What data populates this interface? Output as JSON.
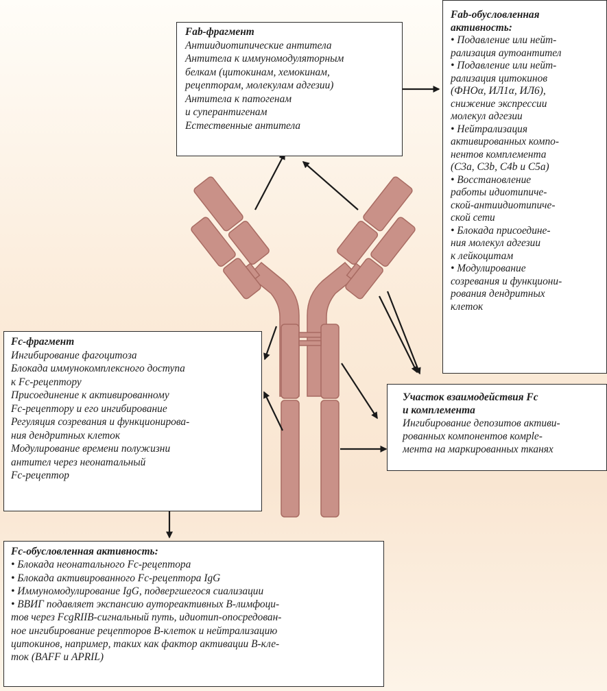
{
  "colors": {
    "antibody_fill": "#c99188",
    "antibody_stroke": "#a86b62",
    "arrow": "#1a1a1a",
    "box_border": "#2b2b2b",
    "text": "#1e1e1e",
    "background": "#fbebd9"
  },
  "fab_fragment": {
    "title": "Fab-фрагмент",
    "lines": [
      "Антиидиотипические антитела",
      "Антитела к иммуномодуляторным",
      "белкам (цитокинам, хемокинам,",
      "рецепторам, молекулам адгезии)",
      "Антитела к патогенам",
      "и суперантигенам",
      "Естественные антитела"
    ]
  },
  "fab_activity": {
    "title_lines": [
      "Fab-обусловленная",
      "активность:"
    ],
    "items": [
      [
        "• Подавление или нейт-",
        "рализация аутоантител"
      ],
      [
        "• Подавление или нейт-",
        "рализация цитокинов",
        "(ФНОα, ИЛ1α, ИЛ6),",
        "снижение экспрессии",
        "молекул адгезии"
      ],
      [
        "• Нейтрализация",
        "активированных компо-",
        "нентов комплемента",
        "(С3а, С3b, С4b и С5а)"
      ],
      [
        "• Восстановление",
        "работы идиотипиче-",
        "ской-антиидиотипиче-",
        "ской сети"
      ],
      [
        "• Блокада присоедине-",
        "ния молекул адгезии",
        "к лейкоцитам"
      ],
      [
        "• Модулирование",
        "созревания и функциони-",
        "рования дендритных",
        "клеток"
      ]
    ]
  },
  "fc_fragment": {
    "title": "Fc-фрагмент",
    "lines": [
      "Ингибирование фагоцитоза",
      "Блокада иммунокомплексного доступа",
      "к Fc-рецептору",
      "Присоединение к активированному",
      "Fc-рецептору и его ингибирование",
      "Регуляция созревания и функционирова-",
      "ния дендритных клеток",
      "Модулирование времени полужизни",
      "антител через неонатальный",
      "Fc-рецептор"
    ]
  },
  "complement_site": {
    "title_lines": [
      "Участок взаимодействия Fc",
      "и комплемента"
    ],
    "lines": [
      "Ингибирование депозитов активи-",
      "рованных компонентов комple-",
      "мента на маркированных тканях"
    ]
  },
  "fc_activity": {
    "title": "Fc-обусловленная активность:",
    "bullets": [
      "• Блокада неонатального Fc-рецептора",
      "• Блокада активированного Fc-рецептора IgG",
      "• Иммуномодулирование IgG, подвергшегося сиализации"
    ],
    "last_bullet_lines": [
      "• ВВИГ подавляет экспансию аутореактивных В-лимфоци-",
      "тов через FcgRIIB-сигнальный путь, идиотип-опосредован-",
      "ное ингибирование рецепторов В-клеток и нейтрализацию",
      "цитокинов, например, таких как фактор активации В-кле-",
      "ток (BAFF и APRIL)"
    ]
  }
}
